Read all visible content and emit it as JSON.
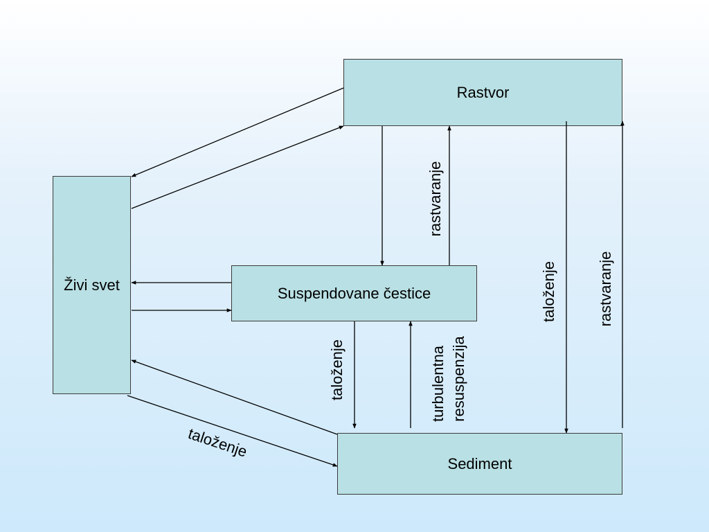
{
  "nodes": {
    "rastvor": "Rastvor",
    "zivi_svet": "Živi svet",
    "suspendovane": "Suspendovane čestice",
    "sediment": "Sediment"
  },
  "edge_labels": {
    "susp_to_rastvor": "rastvaranje",
    "rastvor_to_sediment": "taloženje",
    "sediment_to_rastvor": "rastvaranje",
    "susp_to_sediment": "taloženje",
    "sediment_to_susp_line1": "turbulentna",
    "sediment_to_susp_line2": "resuspenzija",
    "zivi_to_sediment": "taloženje"
  }
}
